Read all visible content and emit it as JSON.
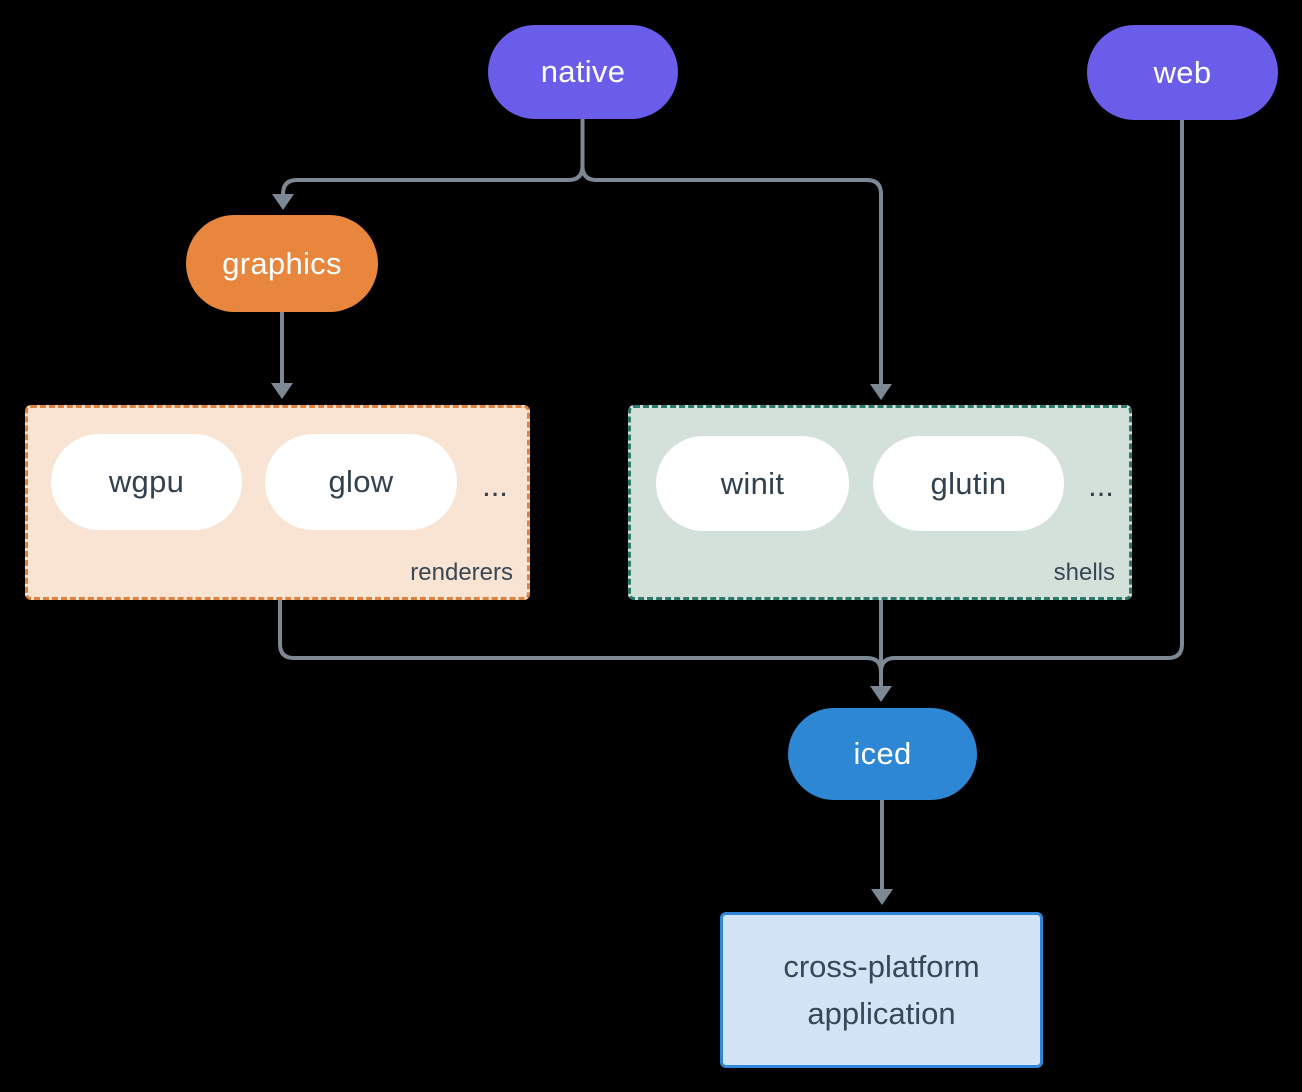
{
  "diagram": {
    "background": "#000000",
    "connector_color": "#7c8893",
    "nodes": {
      "native": {
        "label": "native",
        "color": "#6a5de9"
      },
      "web": {
        "label": "web",
        "color": "#6a5de9"
      },
      "graphics": {
        "label": "graphics",
        "color": "#e7863c"
      },
      "iced": {
        "label": "iced",
        "color": "#2d87d5"
      }
    },
    "renderers_group": {
      "label": "renderers",
      "pills": [
        "wgpu",
        "glow"
      ],
      "more": "...",
      "fill": "#f9e4d3",
      "border": "#e0823d"
    },
    "shells_group": {
      "label": "shells",
      "pills": [
        "winit",
        "glutin"
      ],
      "more": "...",
      "fill": "#d3e1da",
      "border": "#2b7a6c"
    },
    "app_box": {
      "line1": "cross-platform",
      "line2": "application",
      "fill": "#d3e4f7",
      "border": "#3286d8"
    }
  }
}
